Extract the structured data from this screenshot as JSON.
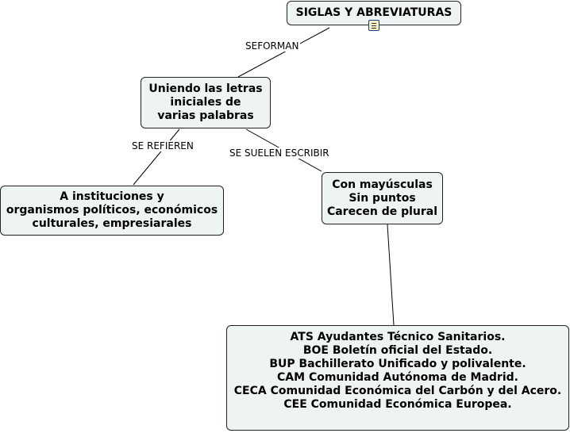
{
  "root": {
    "title": "SIGLAS Y ABREVIATURAS",
    "icon": "note-icon"
  },
  "topic": {
    "lines": [
      "Uniendo las letras",
      "iniciales de",
      "varias palabras"
    ]
  },
  "left_node": {
    "lines": [
      "A instituciones y",
      "organismos políticos, económicos",
      "culturales, empresiarales"
    ]
  },
  "right_node": {
    "lines": [
      "Con mayúsculas",
      "Sin puntos",
      "Carecen de plural"
    ]
  },
  "examples": {
    "lines": [
      "ATS Ayudantes Técnico Sanitarios.",
      "BOE Boletín oficial del Estado.",
      "BUP Bachillerato Unificado y polivalente.",
      "CAM Comunidad Autónoma de Madrid.",
      "CECA Comunidad Económica del Carbón y del Acero.",
      "CEE Comunidad Económica Europea."
    ]
  },
  "links": {
    "root_topic": "SEFORMAN",
    "topic_left": "SE REFIEREN",
    "topic_right": "SE SUELEN ESCRIBIR"
  }
}
